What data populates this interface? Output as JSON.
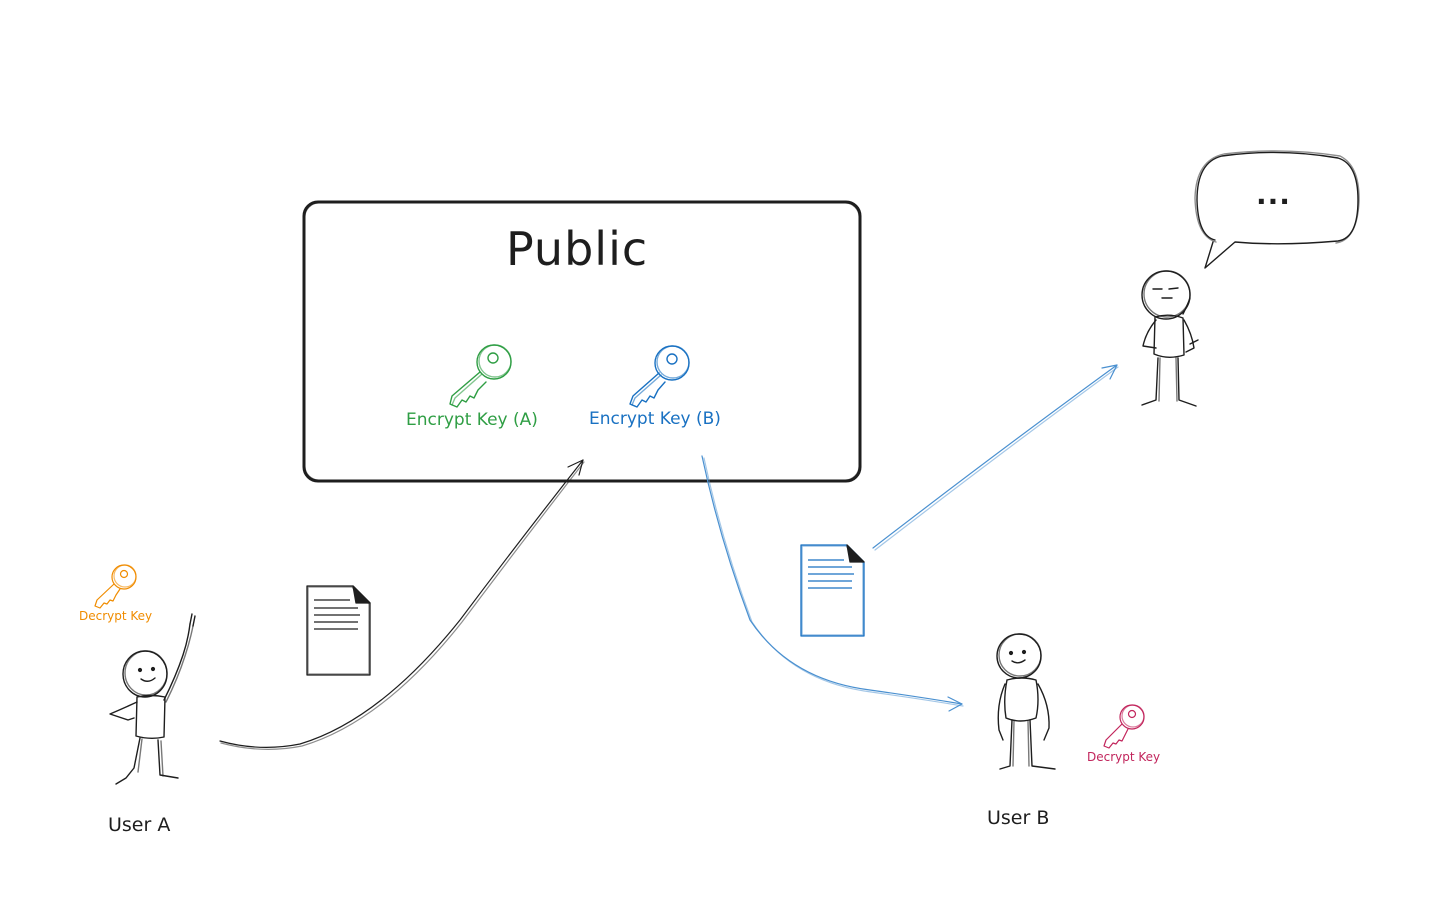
{
  "public_box": {
    "title": "Public",
    "keys": [
      {
        "label": "Encrypt Key (A)",
        "color": "#2f9e44"
      },
      {
        "label": "Encrypt Key (B)",
        "color": "#1971c2"
      }
    ]
  },
  "user_a": {
    "label": "User A",
    "key_label": "Decrypt Key",
    "key_color": "#f08c00"
  },
  "user_b": {
    "label": "User B",
    "key_label": "Decrypt Key",
    "key_color": "#c2255c"
  },
  "speech_bubble": {
    "text": "..."
  },
  "colors": {
    "stroke": "#1e1e1e",
    "arrow_black": "#1e1e1e",
    "arrow_blue": "#4a90d0"
  }
}
